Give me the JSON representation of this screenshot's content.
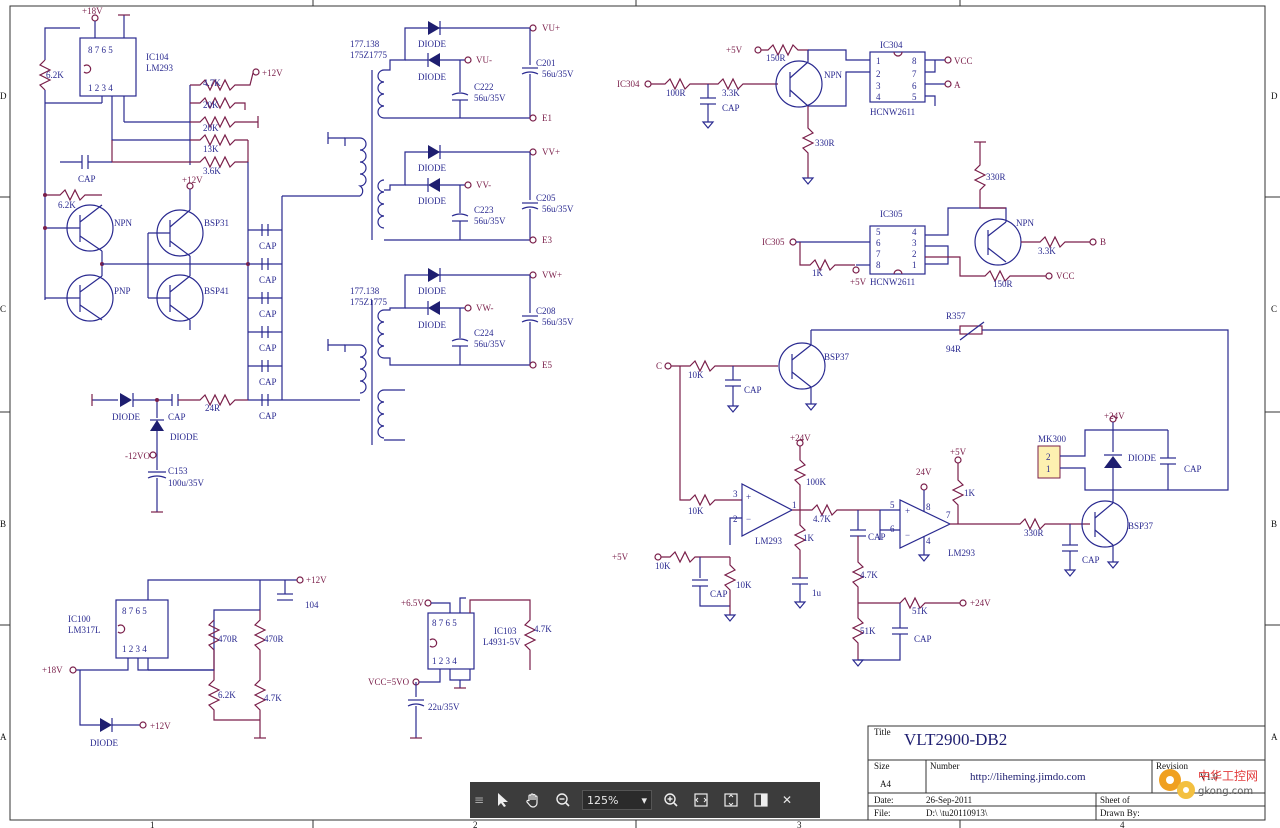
{
  "border": {
    "rows_left": [
      "D",
      "C",
      "B",
      "A"
    ],
    "rows_right": [
      "D",
      "C",
      "B",
      "A"
    ],
    "cols_bottom": [
      "1",
      "2",
      "3",
      "4"
    ]
  },
  "labels": {
    "p18v": "+18V",
    "ic104": "IC104",
    "lm293": "LM293",
    "r62k": "6.2K",
    "r47k": "4.7K",
    "p12v": "+12V",
    "r20k": "20K",
    "r20k2": "20K",
    "r13k": "13K",
    "r36k": "3.6K",
    "cap": "CAP",
    "r62k2": "6.2K",
    "p12v2": "+12V",
    "npn": "NPN",
    "bsp31": "BSP31",
    "pnp": "PNP",
    "bsp41": "BSP41",
    "diode": "DIODE",
    "r24": "24R",
    "diode2": "DIODE",
    "m12v": "-12VO",
    "c153": "C153",
    "c153v": "100u/35V",
    "t1a": "177.138",
    "t1b": "175Z1775",
    "t2a": "177.138",
    "t2b": "175Z1775",
    "vu_p": "VU+",
    "vu_m": "VU-",
    "c201": "C201",
    "c201v": "56u/35V",
    "c222": "C222",
    "c222v": "56u/35V",
    "e1": "E1",
    "vv_p": "VV+",
    "vv_m": "VV-",
    "c205": "C205",
    "c205v": "56u/35V",
    "c223": "C223",
    "c223v": "56u/35V",
    "e3": "E3",
    "vw_p": "VW+",
    "vw_m": "VW-",
    "c208": "C208",
    "c208v": "56u/35V",
    "c224": "C224",
    "c224v": "56u/35V",
    "e5": "E5",
    "p5v": "+5V",
    "r150": "150R",
    "ic304": "IC304",
    "hcnw": "HCNW2611",
    "vcc": "VCC",
    "a": "A",
    "ic304in": "IC304",
    "r100": "100R",
    "r33k": "3.3K",
    "r330": "330R",
    "r330b": "330R",
    "ic305": "IC305",
    "r1k": "1K",
    "p5v2": "+5V",
    "hcnw2": "HCNW2611",
    "r33k2": "3.3K",
    "b": "B",
    "r150b": "150R",
    "vcc2": "VCC",
    "npn3": "NPN",
    "r357": "R357",
    "r94": "94R",
    "c_in": "C",
    "r10k": "10K",
    "bsp37": "BSP37",
    "mk300": "MK300",
    "p24v": "+24V",
    "r100k": "100K",
    "r1kb": "1K",
    "r47kb": "4.7K",
    "r10kb": "10K",
    "r10kc": "10K",
    "p5v3": "+5V",
    "r10kd": "10K",
    "cap_1u": "1u",
    "p24v2": "+24V",
    "p24v3": "24V",
    "r47kc": "4.7K",
    "r51k": "51K",
    "r51kb": "51K",
    "p24v4": "+24V",
    "r1kc": "1K",
    "p5v4": "+5V",
    "r330c": "330R",
    "bsp37b": "BSP37",
    "lm293b": "LM293",
    "lm293c": "LM293",
    "relay21": "2",
    "relay11": "1",
    "ic100": "IC100",
    "lm317": "LM317L",
    "r470a": "470R",
    "r470b": "470R",
    "r62kc": "6.2K",
    "r47kd": "4.7K",
    "c104": "104",
    "p12v3": "+12V",
    "p18v2": "+18V",
    "p12v4": "+12V",
    "p65v": "+6.5V",
    "ic103": "IC103",
    "l4931": "L4931-5V",
    "r47ke": "4.7K",
    "vcc5": "VCC=5VO",
    "c22u": "22u/35V"
  },
  "titleblock": {
    "title_label": "Title",
    "title": "VLT2900-DB2",
    "size_label": "Size",
    "size": "A4",
    "number_label": "Number",
    "number": "http://liheming.jimdo.com",
    "revision_label": "Revision",
    "revision": "V1.0",
    "date_label": "Date:",
    "date": "26-Sep-2011",
    "sheet_label": "Sheet    of",
    "file_label": "File:",
    "file": "D:\\          \\tu20110913\\",
    "drawn_label": "Drawn By:"
  },
  "toolbar": {
    "zoom": "125%",
    "icons": [
      "sidebar-icon",
      "cursor-icon",
      "hand-icon",
      "zoom-out-icon",
      "zoom-in-icon",
      "fit-width-icon",
      "fit-page-icon",
      "panel-icon",
      "close-icon"
    ]
  },
  "watermark": {
    "top": "中华工控网",
    "bottom": "gkong.com"
  }
}
